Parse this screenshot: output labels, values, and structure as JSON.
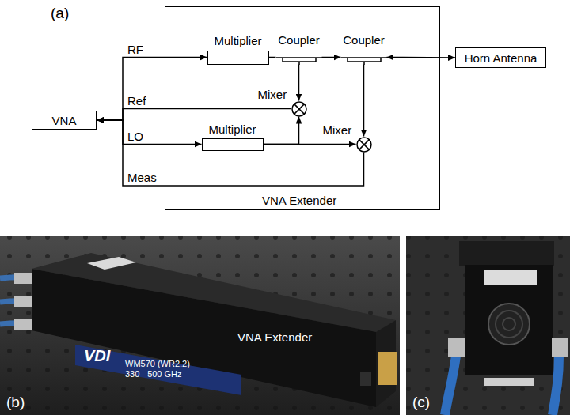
{
  "diagram": {
    "nodes": [
      {
        "text": [
          "VNA Extender"
        ]
      },
      {
        "text": [
          "Multiplier"
        ],
        "in": 0
      },
      {
        "text": [
          "Coupler"
        ],
        "in": 0
      },
      {
        "text": [
          "Coupler"
        ],
        "in": 0
      },
      {
        "text": [
          "Mixer"
        ],
        "in": 0
      },
      {
        "text": [
          "Multiplier"
        ],
        "in": 0
      },
      {
        "text": [
          "Mixer"
        ],
        "in": 0
      },
      {
        "text": [
          "VNA"
        ]
      },
      {
        "text": [
          "Horn Antenna"
        ]
      }
    ],
    "edges": [
      {
        "from": 7,
        "to": 1,
        "label": "RF",
        "arrow": "to"
      },
      {
        "from": 1,
        "to": 2,
        "arrow": "none"
      },
      {
        "from": 2,
        "to": 3,
        "arrow": "to"
      },
      {
        "from": 3,
        "to": 8,
        "arrow": "both"
      },
      {
        "from": 2,
        "to": 4,
        "arrow": "to"
      },
      {
        "from": 4,
        "to": 7,
        "label": "Ref",
        "arrow": "to"
      },
      {
        "from": 7,
        "to": 5,
        "label": "LO",
        "arrow": "to"
      },
      {
        "from": 5,
        "to": 4,
        "arrow": "to"
      },
      {
        "from": 5,
        "to": 6,
        "arrow": "to"
      },
      {
        "from": 3,
        "to": 6,
        "arrow": "to"
      },
      {
        "from": 6,
        "to": 7,
        "label": "Meas",
        "arrow": "to"
      }
    ],
    "labels": [
      "(a)",
      "VNA Extender",
      "VDI",
      "WM570 (WR2.2)",
      "330 - 500 GHz",
      "(b)",
      "(c)"
    ]
  }
}
